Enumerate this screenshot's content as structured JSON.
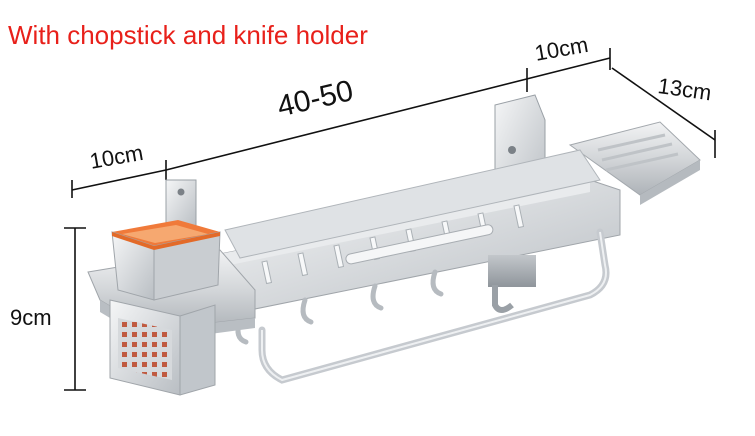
{
  "title": {
    "text": "With chopstick and knife holder",
    "color": "#e8201a"
  },
  "dimensions": {
    "top_left_width": "10cm",
    "main_length": "40-50",
    "top_right_width": "10cm",
    "depth": "13cm",
    "height": "9cm"
  },
  "colors": {
    "metal_light": "#e6e8ea",
    "metal_mid": "#c8ccd0",
    "metal_dark": "#9aa0a6",
    "cup_orange": "#f07a3a",
    "cup_inner": "#f6a870",
    "line": "#111111"
  }
}
